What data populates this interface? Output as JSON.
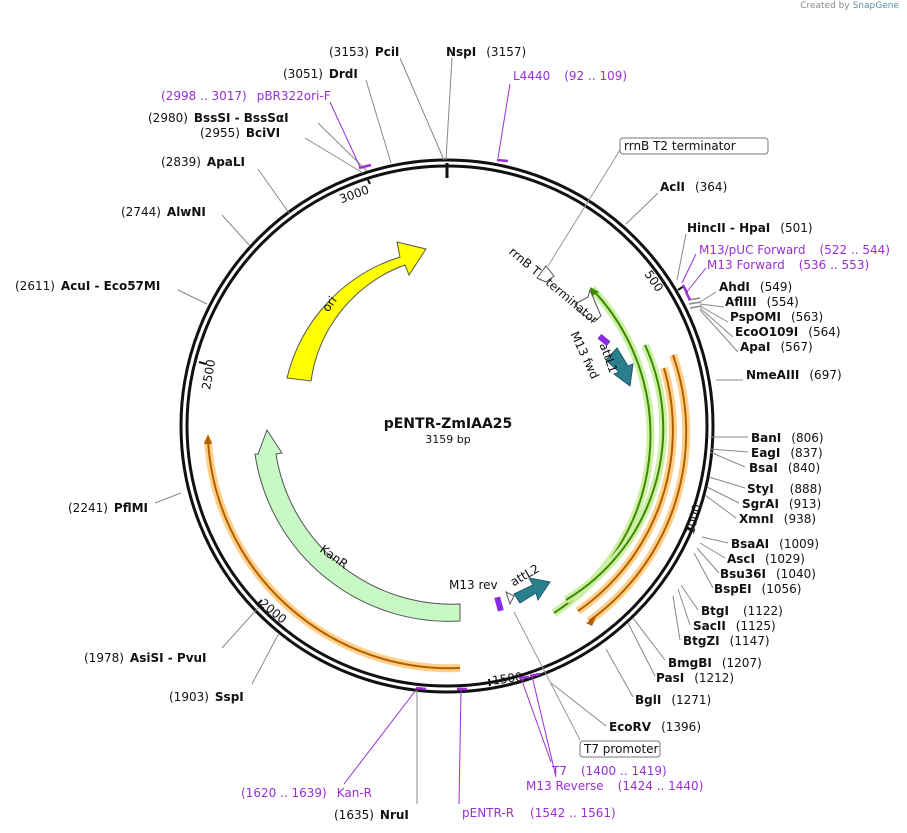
{
  "credit": {
    "prefix": "Created by",
    "brand": "SnapGene"
  },
  "plasmid": {
    "name": "pENTR-ZmIAA25",
    "size_label": "3159 bp"
  },
  "ticks": [
    "500",
    "1000",
    "1500",
    "2000",
    "2500",
    "3000"
  ],
  "features": {
    "ori": "ori",
    "kanr": "KanR",
    "m13rev": "M13 rev",
    "attl2": "attL2",
    "m13fwd": "M13 fwd",
    "attl1": "attL1",
    "rrnbt1": "rrnB T1 terminator",
    "rrnbt2": "rrnB T2 terminator",
    "t7promoter": "T7 promoter"
  },
  "enzymes_right": [
    {
      "name": "AclI",
      "pos": "(364)"
    },
    {
      "name": "HincII  - HpaI",
      "pos": "(501)"
    },
    {
      "name": "AhdI",
      "pos": "(549)"
    },
    {
      "name": "AflIII",
      "pos": "(554)"
    },
    {
      "name": "PspOMI",
      "pos": "(563)"
    },
    {
      "name": "EcoO109I",
      "pos": "(564)"
    },
    {
      "name": "ApaI",
      "pos": "(567)"
    },
    {
      "name": "NmeAIII",
      "pos": "(697)"
    },
    {
      "name": "BanI",
      "pos": "(806)"
    },
    {
      "name": "EagI",
      "pos": "(837)"
    },
    {
      "name": "BsaI",
      "pos": "(840)"
    },
    {
      "name": "StyI",
      "pos": "(888)"
    },
    {
      "name": "SgrAI",
      "pos": "(913)"
    },
    {
      "name": "XmnI",
      "pos": "(938)"
    },
    {
      "name": "BsaAI",
      "pos": "(1009)"
    },
    {
      "name": "AscI",
      "pos": "(1029)"
    },
    {
      "name": "Bsu36I",
      "pos": "(1040)"
    },
    {
      "name": "BspEI",
      "pos": "(1056)"
    },
    {
      "name": "BtgI",
      "pos": "(1122)"
    },
    {
      "name": "SacII",
      "pos": "(1125)"
    },
    {
      "name": "BtgZI",
      "pos": "(1147)"
    },
    {
      "name": "BmgBI",
      "pos": "(1207)"
    },
    {
      "name": "PasI",
      "pos": "(1212)"
    },
    {
      "name": "BglI",
      "pos": "(1271)"
    },
    {
      "name": "EcoRV",
      "pos": "(1396)"
    }
  ],
  "enzymes_left": [
    {
      "name": "PciI",
      "pos": "(3153)"
    },
    {
      "name": "NspI",
      "pos": "(3157)"
    },
    {
      "name": "DrdI",
      "pos": "(3051)"
    },
    {
      "name": "BssSI  - BssSαI",
      "pos": "(2980)"
    },
    {
      "name": "BciVI",
      "pos": "(2955)"
    },
    {
      "name": "ApaLI",
      "pos": "(2839)"
    },
    {
      "name": "AlwNI",
      "pos": "(2744)"
    },
    {
      "name": "AcuI  - Eco57MI",
      "pos": "(2611)"
    },
    {
      "name": "PflMI",
      "pos": "(2241)"
    },
    {
      "name": "AsiSI  - PvuI",
      "pos": "(1978)"
    },
    {
      "name": "SspI",
      "pos": "(1903)"
    },
    {
      "name": "NruI",
      "pos": "(1635)"
    }
  ],
  "primers": [
    {
      "name": "L4440",
      "range": "(92 .. 109)"
    },
    {
      "name": "M13/pUC Forward",
      "range": "(522 .. 544)"
    },
    {
      "name": "M13 Forward",
      "range": "(536 .. 553)"
    },
    {
      "name": "T7",
      "range": "(1400 .. 1419)"
    },
    {
      "name": "M13 Reverse",
      "range": "(1424 .. 1440)"
    },
    {
      "name": "pENTR-R",
      "range": "(1542 .. 1561)"
    },
    {
      "name": "Kan-R",
      "range": "(1620 .. 1639)"
    },
    {
      "name": "pBR322ori-F",
      "range": "(2998 .. 3017)"
    }
  ],
  "colors": {
    "backbone": "#111111",
    "ori": "#ffff00",
    "kanr": "#c8f8c4",
    "attl": "#2a7f8f",
    "m13": "#8a2be2",
    "orf_orange": "#ff9933",
    "orf_green": "#8bd43a",
    "primer": "#9a2fd6"
  }
}
